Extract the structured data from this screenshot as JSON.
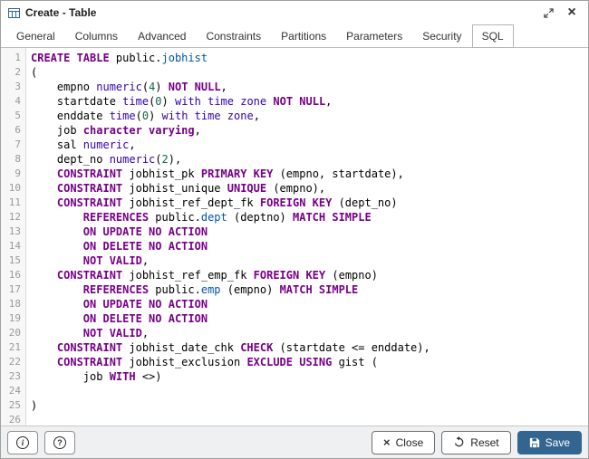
{
  "window": {
    "title": "Create - Table"
  },
  "icons": {
    "close_window": "×",
    "close_button": "×",
    "info": "i",
    "help": "?"
  },
  "tabs": {
    "items": [
      "General",
      "Columns",
      "Advanced",
      "Constraints",
      "Partitions",
      "Parameters",
      "Security",
      "SQL"
    ],
    "active": "SQL"
  },
  "editor": {
    "language": "sql",
    "lines": [
      [
        [
          "CREATE TABLE",
          "k"
        ],
        [
          " public.",
          "p"
        ],
        [
          "jobhist",
          "v"
        ]
      ],
      [
        [
          "(",
          "p"
        ]
      ],
      [
        [
          "    empno ",
          "p"
        ],
        [
          "numeric",
          "b"
        ],
        [
          "(",
          "p"
        ],
        [
          "4",
          "n"
        ],
        [
          ") ",
          "p"
        ],
        [
          "NOT NULL",
          "k"
        ],
        [
          ",",
          "p"
        ]
      ],
      [
        [
          "    startdate ",
          "p"
        ],
        [
          "time",
          "b"
        ],
        [
          "(",
          "p"
        ],
        [
          "0",
          "n"
        ],
        [
          ") ",
          "p"
        ],
        [
          "with time zone",
          "b"
        ],
        [
          " ",
          "p"
        ],
        [
          "NOT NULL",
          "k"
        ],
        [
          ",",
          "p"
        ]
      ],
      [
        [
          "    enddate ",
          "p"
        ],
        [
          "time",
          "b"
        ],
        [
          "(",
          "p"
        ],
        [
          "0",
          "n"
        ],
        [
          ") ",
          "p"
        ],
        [
          "with time zone",
          "b"
        ],
        [
          ",",
          "p"
        ]
      ],
      [
        [
          "    job ",
          "p"
        ],
        [
          "character varying",
          "k"
        ],
        [
          ",",
          "p"
        ]
      ],
      [
        [
          "    sal ",
          "p"
        ],
        [
          "numeric",
          "b"
        ],
        [
          ",",
          "p"
        ]
      ],
      [
        [
          "    dept_no ",
          "p"
        ],
        [
          "numeric",
          "b"
        ],
        [
          "(",
          "p"
        ],
        [
          "2",
          "n"
        ],
        [
          "),",
          "p"
        ]
      ],
      [
        [
          "    ",
          "p"
        ],
        [
          "CONSTRAINT",
          "k"
        ],
        [
          " jobhist_pk ",
          "p"
        ],
        [
          "PRIMARY KEY",
          "k"
        ],
        [
          " (empno, startdate),",
          "p"
        ]
      ],
      [
        [
          "    ",
          "p"
        ],
        [
          "CONSTRAINT",
          "k"
        ],
        [
          " jobhist_unique ",
          "p"
        ],
        [
          "UNIQUE",
          "k"
        ],
        [
          " (empno),",
          "p"
        ]
      ],
      [
        [
          "    ",
          "p"
        ],
        [
          "CONSTRAINT",
          "k"
        ],
        [
          " jobhist_ref_dept_fk ",
          "p"
        ],
        [
          "FOREIGN KEY",
          "k"
        ],
        [
          " (dept_no)",
          "p"
        ]
      ],
      [
        [
          "        ",
          "p"
        ],
        [
          "REFERENCES",
          "k"
        ],
        [
          " public.",
          "p"
        ],
        [
          "dept",
          "v"
        ],
        [
          " (deptno) ",
          "p"
        ],
        [
          "MATCH SIMPLE",
          "k"
        ]
      ],
      [
        [
          "        ",
          "p"
        ],
        [
          "ON UPDATE NO ACTION",
          "k"
        ]
      ],
      [
        [
          "        ",
          "p"
        ],
        [
          "ON DELETE NO ACTION",
          "k"
        ]
      ],
      [
        [
          "        ",
          "p"
        ],
        [
          "NOT VALID",
          "k"
        ],
        [
          ",",
          "p"
        ]
      ],
      [
        [
          "    ",
          "p"
        ],
        [
          "CONSTRAINT",
          "k"
        ],
        [
          " jobhist_ref_emp_fk ",
          "p"
        ],
        [
          "FOREIGN KEY",
          "k"
        ],
        [
          " (empno)",
          "p"
        ]
      ],
      [
        [
          "        ",
          "p"
        ],
        [
          "REFERENCES",
          "k"
        ],
        [
          " public.",
          "p"
        ],
        [
          "emp",
          "v"
        ],
        [
          " (empno) ",
          "p"
        ],
        [
          "MATCH SIMPLE",
          "k"
        ]
      ],
      [
        [
          "        ",
          "p"
        ],
        [
          "ON UPDATE NO ACTION",
          "k"
        ]
      ],
      [
        [
          "        ",
          "p"
        ],
        [
          "ON DELETE NO ACTION",
          "k"
        ]
      ],
      [
        [
          "        ",
          "p"
        ],
        [
          "NOT VALID",
          "k"
        ],
        [
          ",",
          "p"
        ]
      ],
      [
        [
          "    ",
          "p"
        ],
        [
          "CONSTRAINT",
          "k"
        ],
        [
          " jobhist_date_chk ",
          "p"
        ],
        [
          "CHECK",
          "k"
        ],
        [
          " (startdate <= enddate),",
          "p"
        ]
      ],
      [
        [
          "    ",
          "p"
        ],
        [
          "CONSTRAINT",
          "k"
        ],
        [
          " jobhist_exclusion ",
          "p"
        ],
        [
          "EXCLUDE USING",
          "k"
        ],
        [
          " gist (",
          "p"
        ]
      ],
      [
        [
          "        job ",
          "p"
        ],
        [
          "WITH",
          "k"
        ],
        [
          " <>)",
          "p"
        ]
      ],
      [],
      [
        [
          ")",
          "p"
        ]
      ],
      []
    ]
  },
  "footer": {
    "close": "Close",
    "reset": "Reset",
    "save": "Save"
  },
  "colors": {
    "keyword": "#770088",
    "builtin": "#3300aa",
    "number": "#116644",
    "identifier": "#0055aa",
    "accent": "#326690"
  }
}
